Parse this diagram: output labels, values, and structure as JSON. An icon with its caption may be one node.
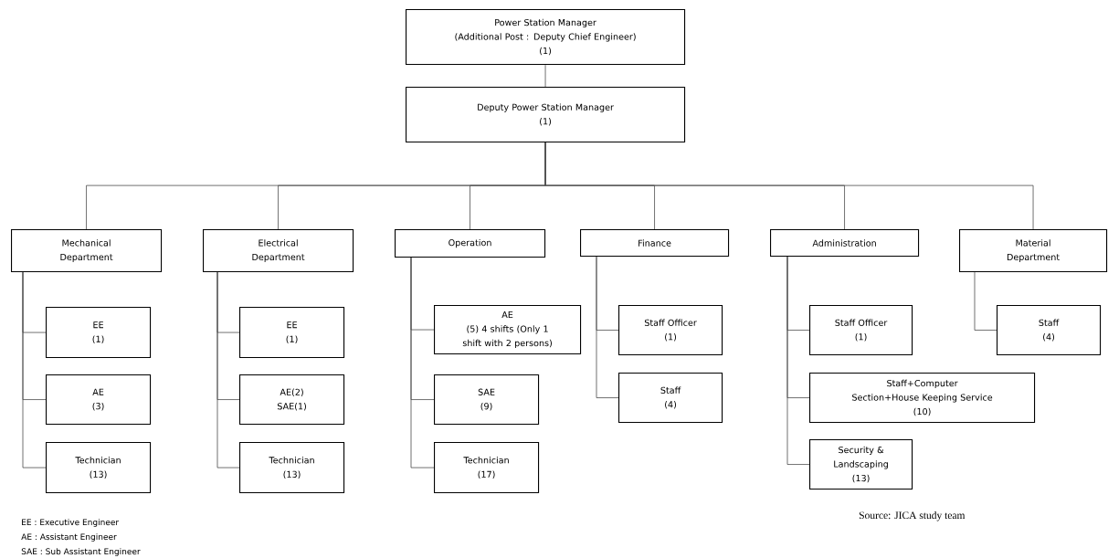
{
  "diagram": {
    "nodes": [
      {
        "text": [
          "Power Station Manager",
          "(Additional Post : Deputy Chief Engineer)",
          "(1)"
        ]
      },
      {
        "text": [
          "Deputy Power Station Manager",
          "(1)"
        ]
      },
      {
        "text": [
          "Mechanical Department"
        ]
      },
      {
        "text": [
          "EE",
          "(1)"
        ]
      },
      {
        "text": [
          "AE",
          "(3)"
        ]
      },
      {
        "text": [
          "Technician",
          "(13)"
        ]
      },
      {
        "text": [
          "Electrical Department"
        ]
      },
      {
        "text": [
          "EE",
          "(1)"
        ]
      },
      {
        "text": [
          "AE(2)",
          "SAE(1)"
        ]
      },
      {
        "text": [
          "Technician",
          "(13)"
        ]
      },
      {
        "text": [
          "Operation"
        ]
      },
      {
        "text": [
          "AE",
          "(5) 4 shifts (Only 1 shift with 2 persons)"
        ]
      },
      {
        "text": [
          "SAE",
          "(9)"
        ]
      },
      {
        "text": [
          "Technician",
          "(17)"
        ]
      },
      {
        "text": [
          "Finance"
        ]
      },
      {
        "text": [
          "Staff Officer",
          "(1)"
        ]
      },
      {
        "text": [
          "Staff",
          "(4)"
        ]
      },
      {
        "text": [
          "Administration"
        ]
      },
      {
        "text": [
          "Staff Officer",
          "(1)"
        ]
      },
      {
        "text": [
          "Staff+Computer Section+House Keeping Service",
          "(10)"
        ]
      },
      {
        "text": [
          "Security & Landscaping",
          "(13)"
        ]
      },
      {
        "text": [
          "Material Department"
        ]
      },
      {
        "text": [
          "Staff",
          "(4)"
        ]
      }
    ],
    "edges": [
      {
        "from": 0,
        "to": 1,
        "arrow": "none"
      },
      {
        "from": 1,
        "to": 2,
        "arrow": "none"
      },
      {
        "from": 1,
        "to": 6,
        "arrow": "none"
      },
      {
        "from": 1,
        "to": 10,
        "arrow": "none"
      },
      {
        "from": 1,
        "to": 14,
        "arrow": "none"
      },
      {
        "from": 1,
        "to": 17,
        "arrow": "none"
      },
      {
        "from": 1,
        "to": 21,
        "arrow": "none"
      },
      {
        "from": 2,
        "to": 3,
        "arrow": "none"
      },
      {
        "from": 2,
        "to": 4,
        "arrow": "none"
      },
      {
        "from": 2,
        "to": 5,
        "arrow": "none"
      },
      {
        "from": 6,
        "to": 7,
        "arrow": "none"
      },
      {
        "from": 6,
        "to": 8,
        "arrow": "none"
      },
      {
        "from": 6,
        "to": 9,
        "arrow": "none"
      },
      {
        "from": 10,
        "to": 11,
        "arrow": "none"
      },
      {
        "from": 10,
        "to": 12,
        "arrow": "none"
      },
      {
        "from": 10,
        "to": 13,
        "arrow": "none"
      },
      {
        "from": 14,
        "to": 15,
        "arrow": "none"
      },
      {
        "from": 14,
        "to": 16,
        "arrow": "none"
      },
      {
        "from": 17,
        "to": 18,
        "arrow": "none"
      },
      {
        "from": 17,
        "to": 19,
        "arrow": "none"
      },
      {
        "from": 17,
        "to": 20,
        "arrow": "none"
      },
      {
        "from": 21,
        "to": 22,
        "arrow": "none"
      }
    ],
    "labels": [
      "EE : Executive Engineer",
      "AE : Assistant Engineer",
      "SAE : Sub Assistant Engineer",
      "Source: JICA study team"
    ]
  }
}
